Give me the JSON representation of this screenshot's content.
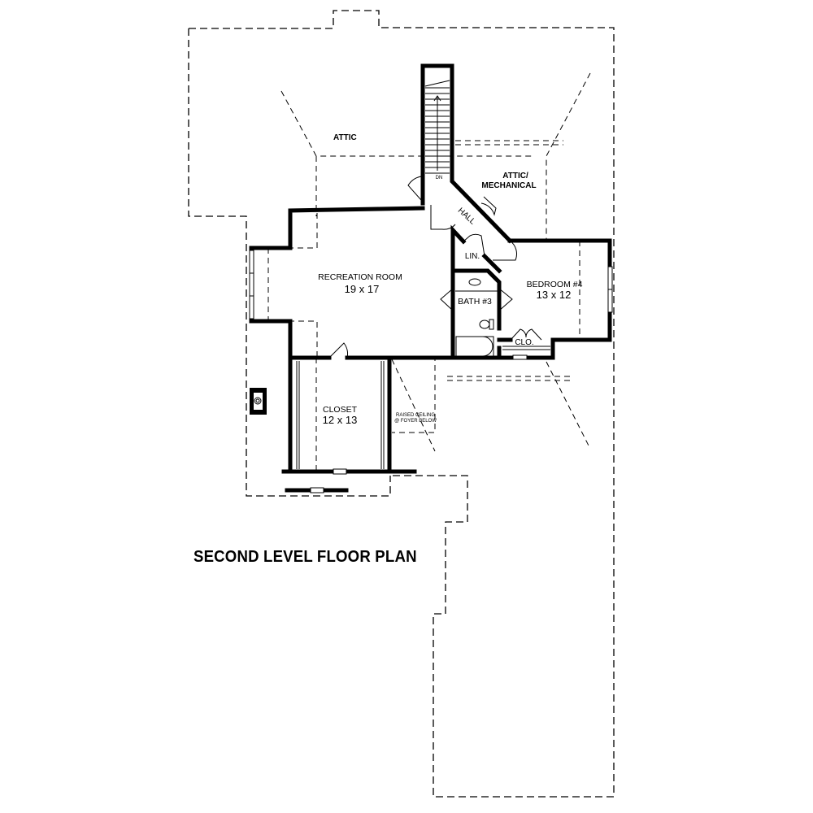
{
  "plan": {
    "title": "SECOND LEVEL FLOOR PLAN",
    "colors": {
      "lines": "#000000",
      "background": "#ffffff"
    },
    "rooms": [
      {
        "id": "attic",
        "name": "ATTIC",
        "dims": ""
      },
      {
        "id": "attic-mechanical",
        "name_line1": "ATTIC/",
        "name_line2": "MECHANICAL",
        "dims": ""
      },
      {
        "id": "recreation-room",
        "name": "RECREATION ROOM",
        "dims": "19 x 17"
      },
      {
        "id": "bedroom-4",
        "name": "BEDROOM #4",
        "dims": "13 x 12"
      },
      {
        "id": "bath-3",
        "name": "BATH #3",
        "dims": ""
      },
      {
        "id": "closet",
        "name": "CLOSET",
        "dims": "12 x 13"
      },
      {
        "id": "hall",
        "name": "HALL",
        "dims": ""
      },
      {
        "id": "linen",
        "name": "LIN.",
        "dims": ""
      },
      {
        "id": "clo",
        "name": "CLO.",
        "dims": ""
      }
    ],
    "annotations": {
      "stair_direction": "DN",
      "raised_ceiling_line1": "RAISED CEILING",
      "raised_ceiling_line2": "@ FOYER BELOW"
    }
  }
}
